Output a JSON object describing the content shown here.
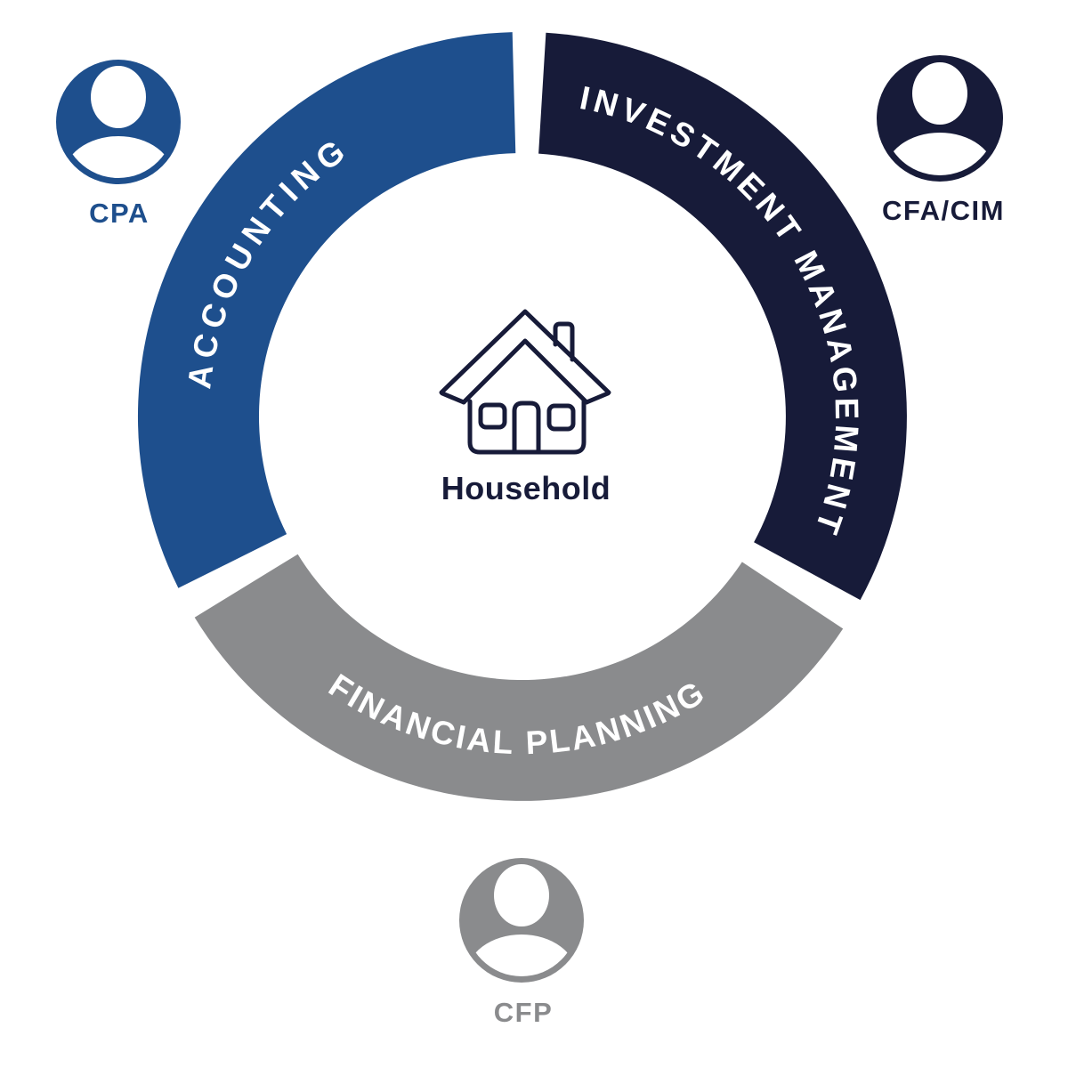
{
  "diagram": {
    "background": "#FFFFFF",
    "center": {
      "icon": "house-icon",
      "label": "Household",
      "color": "#171B39"
    },
    "segments": [
      {
        "id": "accounting",
        "label": "ACCOUNTING",
        "color": "#1E4F8D",
        "start_deg": 243.5,
        "end_deg": 358.5,
        "badge": {
          "icon": "person-icon",
          "label": "CPA",
          "position": "top-left",
          "color": "#1E4F8D"
        }
      },
      {
        "id": "investment-management",
        "label": "INVESTMENT MANAGEMENT",
        "color": "#171B39",
        "start_deg": 3.5,
        "end_deg": 118.5,
        "badge": {
          "icon": "person-icon",
          "label": "CFA/CIM",
          "position": "top-right",
          "color": "#171B39"
        }
      },
      {
        "id": "financial-planning",
        "label": "FINANCIAL PLANNING",
        "color": "#8A8B8D",
        "start_deg": 123.5,
        "end_deg": 238.5,
        "badge": {
          "icon": "person-icon",
          "label": "CFP",
          "position": "bottom",
          "color": "#8A8B8D"
        }
      }
    ],
    "label_text_color": "#FFFFFF"
  }
}
